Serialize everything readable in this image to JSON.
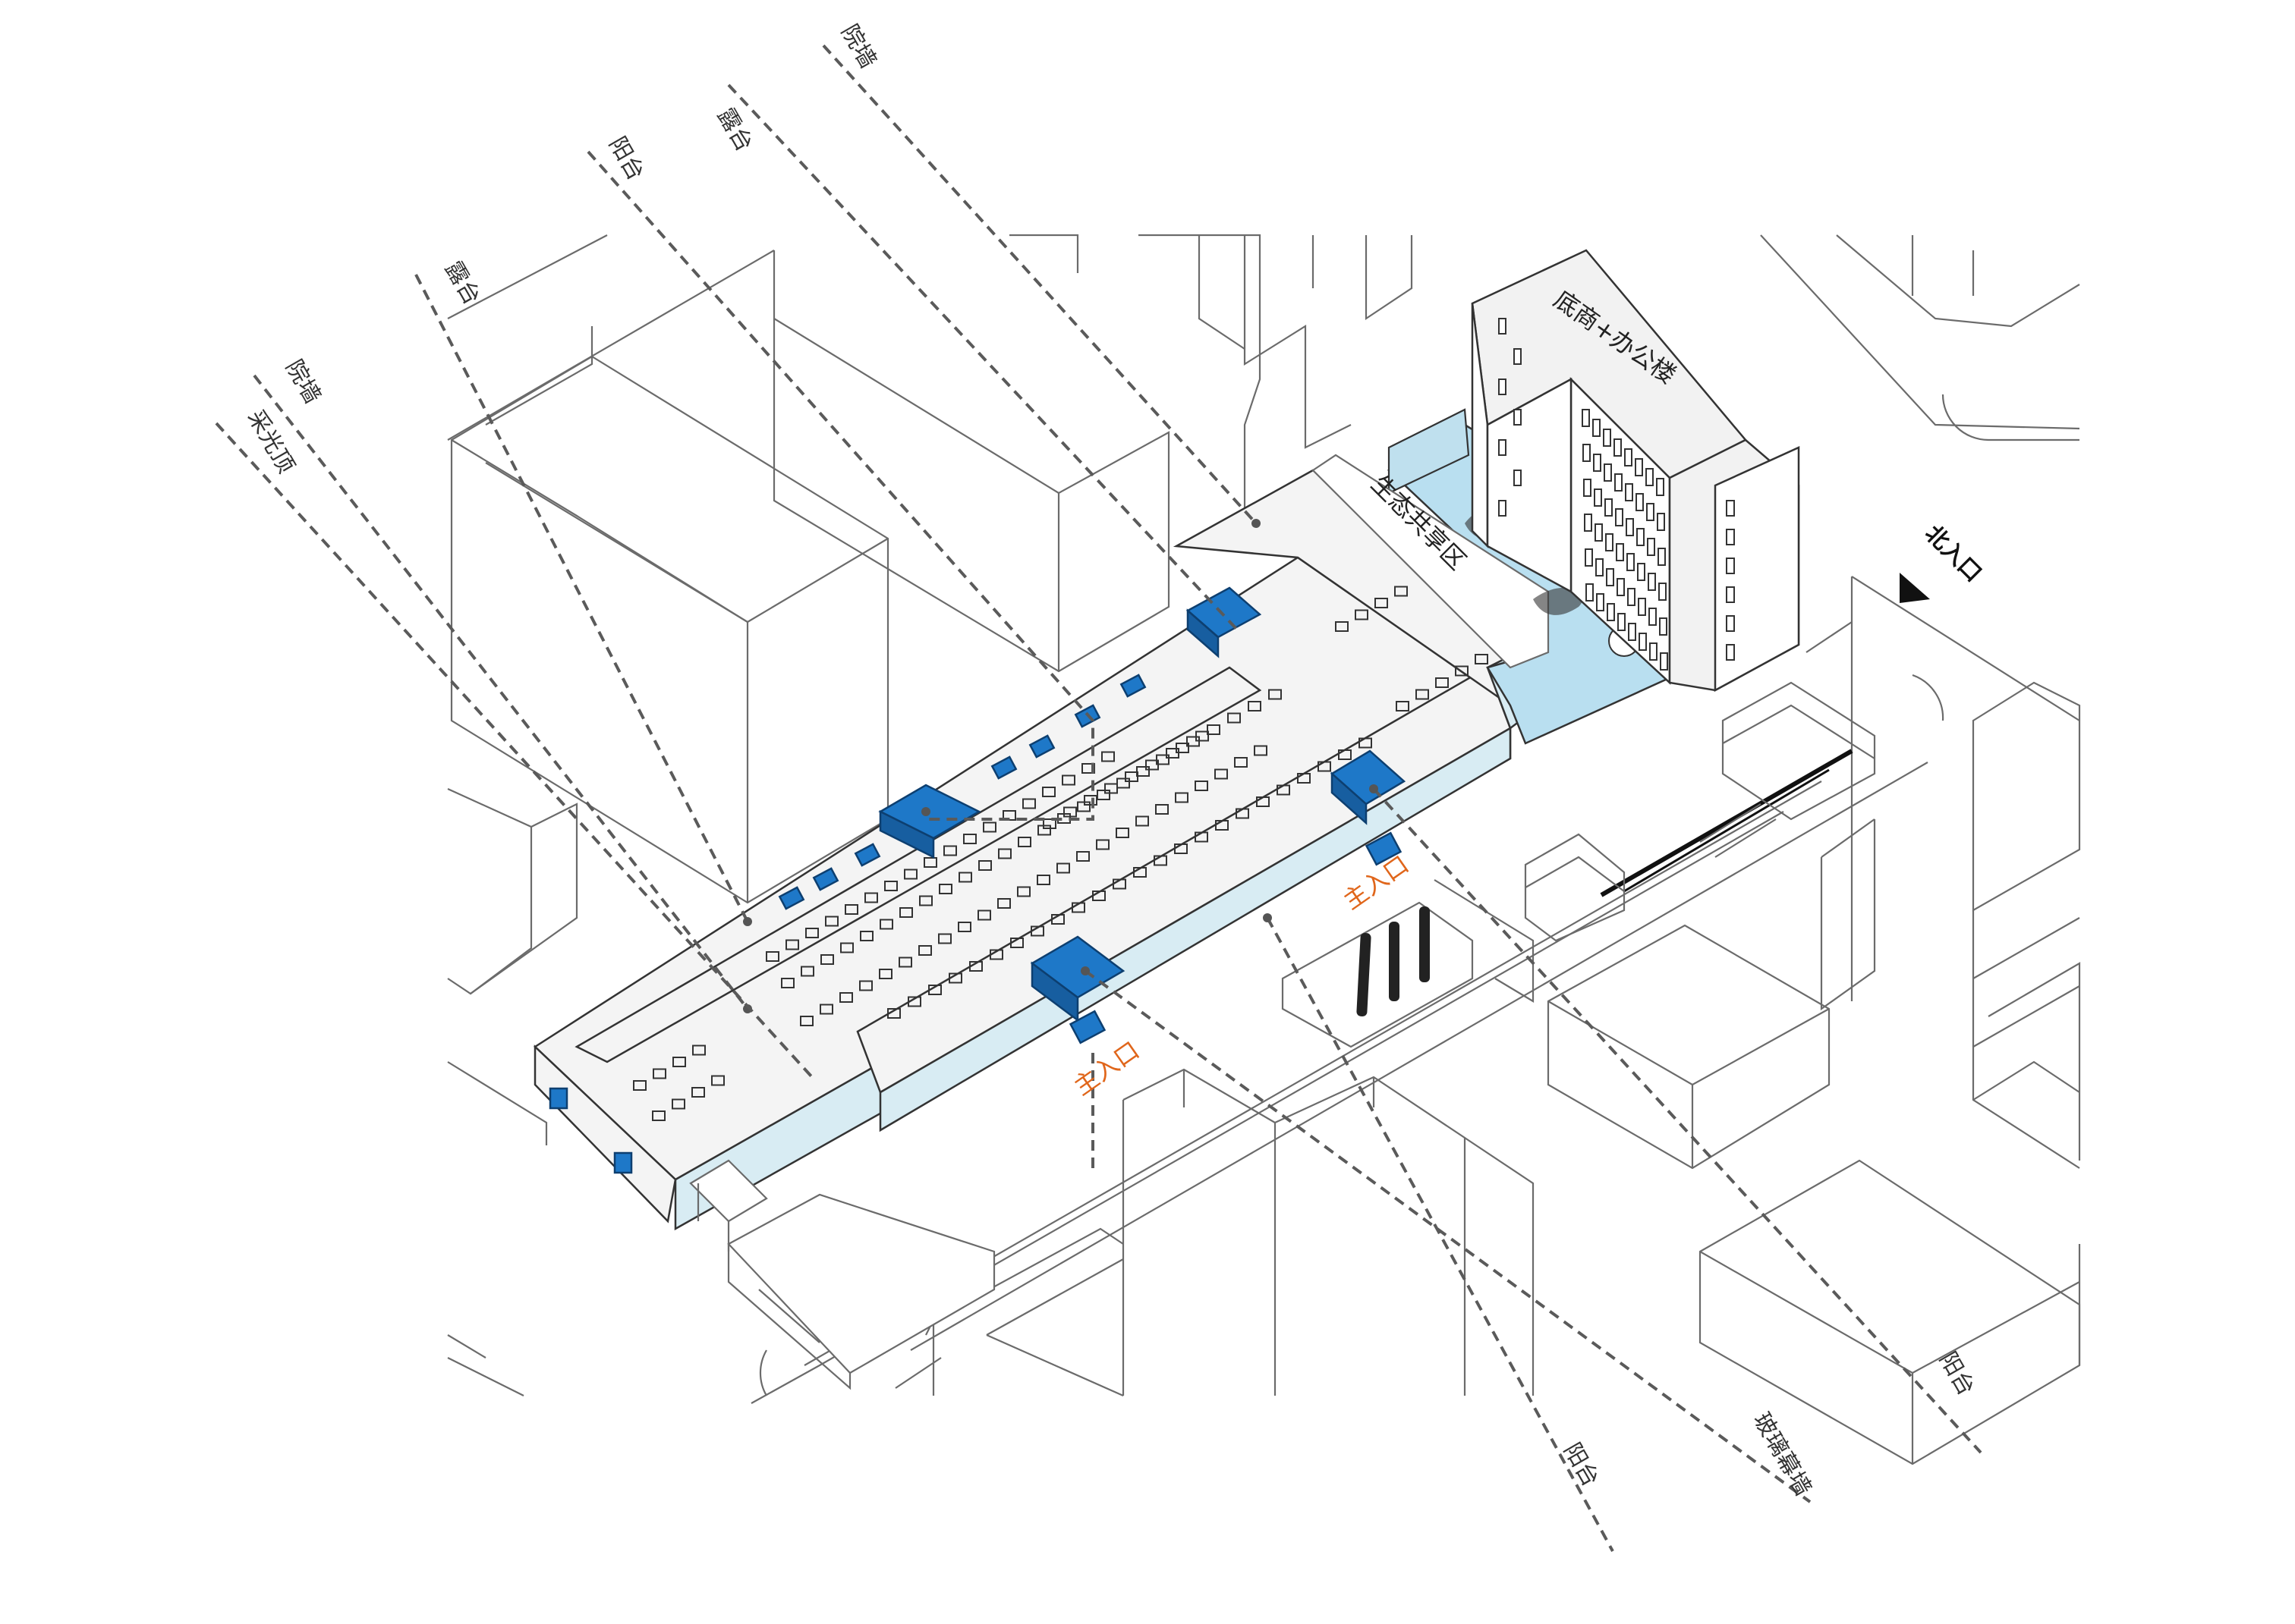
{
  "labels": {
    "courtyard_wall_top": "院墙",
    "terrace_top": "露台",
    "balcony_top": "阳台",
    "terrace_left": "露台",
    "courtyard_wall_left": "院墙",
    "skylight": "采光顶",
    "office_building": "底商+办公楼",
    "eco_shared_zone": "生态共享区",
    "north_entrance": "北入口",
    "main_entrance_1": "主入口",
    "main_entrance_2": "主入口",
    "balcony_bottom_1": "阳台",
    "glass_curtain_wall": "玻璃幕墙",
    "balcony_bottom_2": "阳台"
  },
  "colors": {
    "accent_blue": "#1e78c8",
    "glass_blue": "#bfe0ee",
    "entrance_orange": "#e0661b",
    "context_line": "#6b6b6b"
  },
  "icons": {
    "north_entrance_marker": "triangle-arrow-icon"
  }
}
